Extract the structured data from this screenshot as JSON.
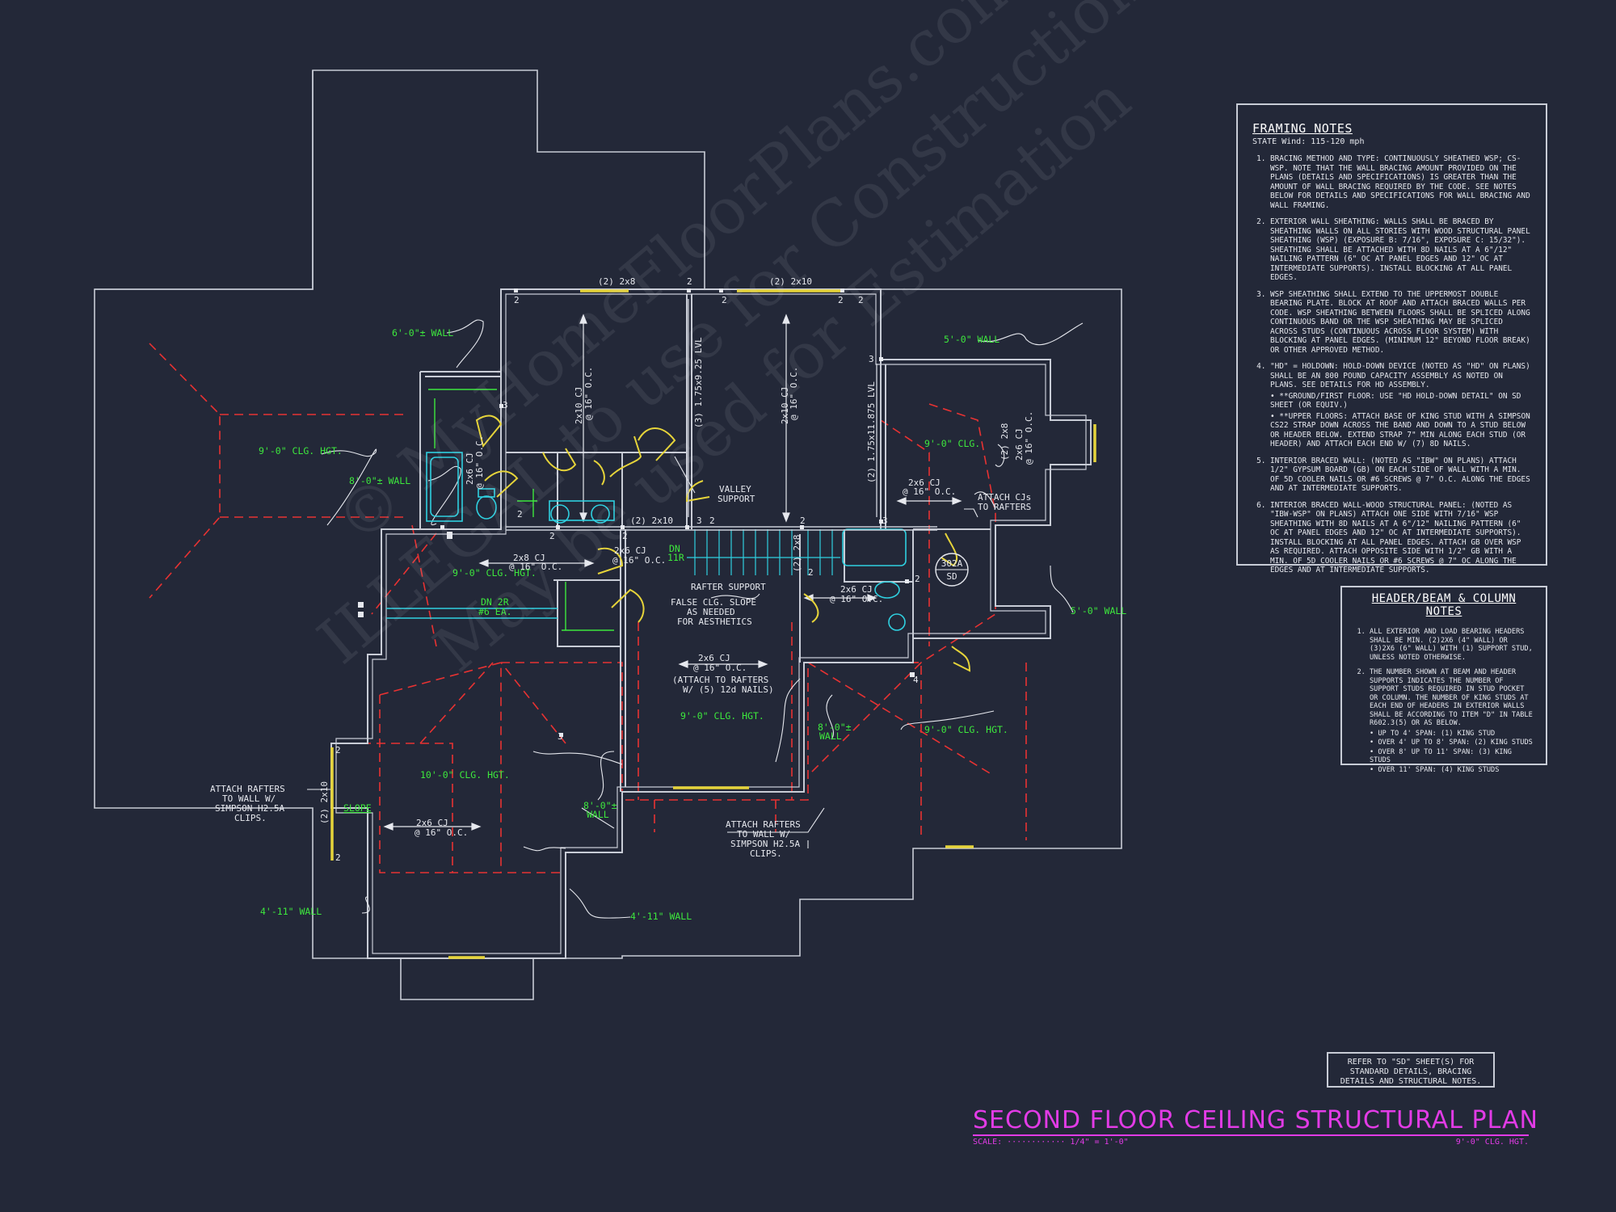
{
  "plan_title": "SECOND FLOOR CEILING STRUCTURAL PLAN",
  "scale_label": "SCALE: ············ 1/4\" = 1'-0\"",
  "scale_right": "9'-0\" CLG. HGT.",
  "refer_note": "REFER TO \"SD\" SHEET(S) FOR\nSTANDARD DETAILS, BRACING\nDETAILS AND STRUCTURAL NOTES.",
  "watermark": [
    "© MyHomeFloorPlans.com",
    "ILLEGAL to use for Construction",
    "May be used for Estimation"
  ],
  "framing_notes": {
    "title": "FRAMING NOTES",
    "subtitle": "STATE Wind: 115-120 mph",
    "items": [
      "Bracing method and type: continuously sheathed WSP; CS-WSP. Note that the wall bracing amount provided on the plans (details and specifications) is greater than the amount of wall bracing required by the code. See notes below for details and specifications for wall bracing and wall framing.",
      "Exterior wall sheathing: walls shall be braced by sheathing walls on all stories with wood structural panel sheathing (WSP) (exposure B: 7/16\", exposure C: 15/32\"). Sheathing shall be attached with 8d nails at a 6\"/12\" nailing pattern (6\" OC at panel edges and 12\" OC at intermediate supports). Install blocking at all panel edges.",
      "WSP sheathing shall extend to the uppermost double bearing plate. Block at roof and attach braced walls per code. WSP sheathing between floors shall be spliced along continuous band or the WSP sheathing may be spliced across studs (continuous across floor system) with blocking at panel edges. (Minimum 12\" beyond floor break) or other approved method.",
      "\"HD\" = Holdown: Hold-down device (noted as \"HD\" on plans) shall be an 800 pound capacity assembly as noted on plans. See details for HD assembly."
    ],
    "bullets": [
      "**Ground/First Floor: use \"HD hold-down detail\" on SD sheet (or equiv.)",
      "**Upper Floors: attach base of king stud with a Simpson CS22 strap down across the band and down to a stud below or header below. Extend strap 7\" min along each stud (or header) and attach each end w/ (7) 8d nails."
    ],
    "items_b": [
      "Interior braced wall: (noted as \"IBW\" on plans) attach 1/2\" gypsum board (GB) on each side of wall with a min. of 5d cooler nails or #6 screws @ 7\" O.C. along the edges and at intermediate supports.",
      "Interior braced wall-wood structural panel: (noted as \"IBW-WSP\" on plans) attach one side with 7/16\" WSP sheathing with 8d nails at a 6\"/12\" nailing pattern (6\" OC at panel edges and 12\" OC at intermediate supports). Install blocking at all panel edges. Attach GB over WSP as required. Attach opposite side with 1/2\" GB with a min. of 5d cooler nails or #6 screws @ 7\" OC along the edges and at intermediate supports."
    ]
  },
  "header_notes": {
    "title": "HEADER/BEAM & COLUMN NOTES",
    "items": [
      "All exterior and load bearing headers shall be min. (2)2x6 (4\" wall) or (3)2x6 (6\" wall) with (1) support stud, unless noted otherwise.",
      "The number shown at beam and header supports indicates the number of support studs required in stud pocket or column. The number of king studs at each end of headers in exterior walls shall be according to item \"d\" in table R602.3(5) or as below."
    ],
    "bullets": [
      "Up to 4' span: (1) king stud",
      "Over 4' up to 8' span: (2) king studs",
      "Over 8' up to 11' span: (3) king studs",
      "Over 11' span: (4) king studs"
    ]
  },
  "labels": {
    "wall_6": "6'-0\"± WALL",
    "wall_5_top": "5'-0\" WALL",
    "clg_9_left": "9'-0\" CLG. HGT.",
    "wall_8_left": "8'-0\"± WALL",
    "clg_9_mid": "9'-0\" CLG. HGT.",
    "cj_2x8": "2x8 CJ",
    "oc16": "@ 16\" O.C.",
    "cj_2x6": "2x6 CJ",
    "dn_2r": "DN 2R",
    "dn_2r_b": "#6 EA.",
    "dn_11r": "DN",
    "dn_11r_b": "11R",
    "rafter_support": "RAFTER SUPPORT",
    "false_slope_1": "FALSE CLG. SLOPE",
    "false_slope_2": "AS NEEDED",
    "false_slope_3": "FOR AESTHETICS",
    "attach_rafters_nails_1": "(ATTACH TO RAFTERS",
    "attach_rafters_nails_2": "W/ (5) 12d NAILS)",
    "clg_9_center": "9'-0\" CLG. HGT.",
    "wall_8_center": "8'-0\"±",
    "wall_word": "WALL",
    "wall_8_low": "8'-0\"±",
    "clg_10": "10'-0\" CLG. HGT.",
    "slope": "SLOPE",
    "hdr_2x10_left": "(2) 2x10",
    "attach_rafters_l1": "ATTACH RAFTERS",
    "attach_rafters_l2": "TO WALL W/",
    "attach_rafters_l3": "SIMPSON H2.5A",
    "attach_rafters_l4": "CLIPS.",
    "wall_4_11_left": "4'-11\" WALL",
    "wall_4_11_right": "4'-11\" WALL",
    "clg_9_upper_right": "9'-0\" CLG.",
    "wall_5_right": "5'-0\" WALL",
    "clg_9_lower_right": "9'-0\" CLG. HGT.",
    "attach_cjs_1": "ATTACH CJs",
    "attach_cjs_2": "TO RAFTERS",
    "valley_1": "VALLEY",
    "valley_2": "SUPPORT",
    "hdr_2x8_top": "(2) 2x8",
    "hdr_2x10_top": "(2) 2x10",
    "hdr_2x10_mid": "(2) 2x10",
    "hdr_2x8_stair": "(2) 2x8",
    "hdr_2x8_right": "(2) 2x8",
    "lvl_1": "(3) 1.75x9.25 LVL",
    "lvl_2": "(2) 1.75x11.875 LVL",
    "cj_2x10": "2x10 CJ",
    "sd_tag_top": "302A",
    "sd_tag_bot": "SD",
    "num_2": "2",
    "num_3": "3",
    "num_4": "4"
  },
  "colors": {
    "background": "#232838",
    "wall": "#c8ccd6",
    "dim": "#e6e8ee",
    "green": "#3de83d",
    "red": "#e83232",
    "yellow": "#e6d43a",
    "cyan": "#2fd0e0",
    "magenta": "#e23be6"
  }
}
